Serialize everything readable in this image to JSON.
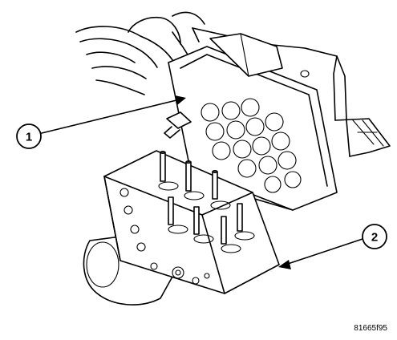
{
  "callouts": [
    {
      "number": "1"
    },
    {
      "number": "2"
    }
  ],
  "figure_id": "81665f95"
}
